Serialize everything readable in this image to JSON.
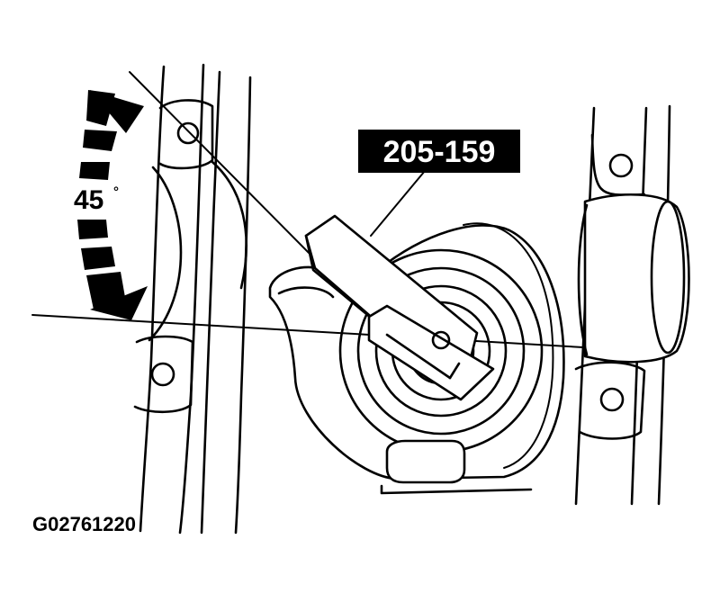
{
  "tool_label": "205-159",
  "angle": {
    "value": "45",
    "unit": "°"
  },
  "figure_id": "G02761220"
}
